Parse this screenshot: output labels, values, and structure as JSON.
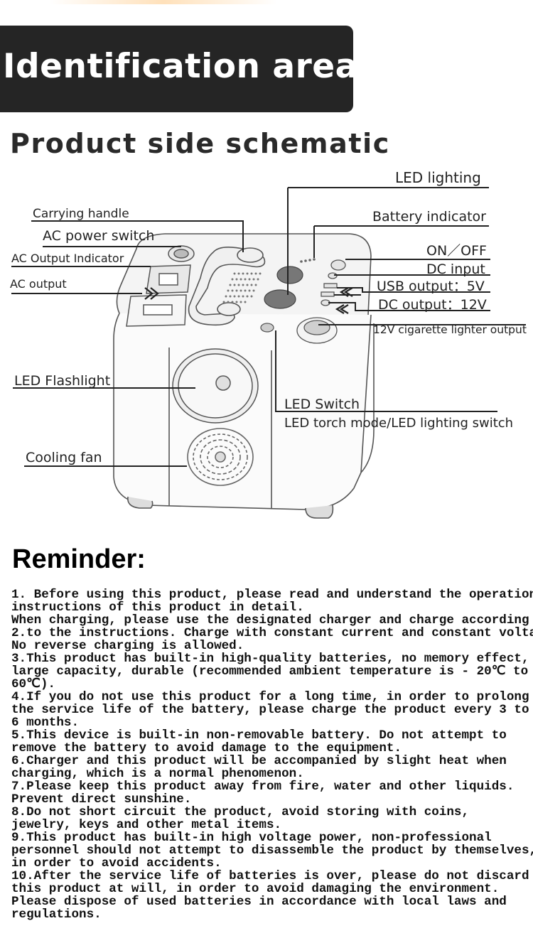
{
  "banner": {
    "title": "Identification area"
  },
  "schematic": {
    "title": "Product side schematic",
    "labels": {
      "led_lighting": "LED lighting",
      "carrying_handle": "Carrying handle",
      "battery_indicator": "Battery indicator",
      "ac_power_switch": "AC power switch",
      "ac_output_indicator": "AC Output Indicator",
      "on_off": "ON／OFF",
      "ac_output": "AC output",
      "dc_input": "DC input",
      "usb_output": "USB output：5V",
      "dc_output": "DC output：12V",
      "cigarette_lighter": "12V cigarette lighter output",
      "led_flashlight": "LED Flashlight",
      "led_switch": "LED Switch",
      "led_switch_desc": "LED torch mode/LED lighting switch",
      "cooling_fan": "Cooling fan"
    }
  },
  "reminder": {
    "title": "Reminder:",
    "body": "1. Before using this product, please read and understand the operation\ninstructions of this product in detail.\nWhen charging, please use the designated charger and charge according\n2.to the instructions. Charge with constant current and constant voltage.\nNo reverse charging is allowed.\n3.This product has built-in high-quality batteries, no memory effect,\nlarge capacity, durable (recommended ambient temperature is - 20℃ to\n60℃).\n4.If you do not use this product for a long time, in order to prolong\nthe service life of the battery, please charge the product every 3 to\n6 months.\n5.This device is built-in non-removable battery. Do not attempt to\nremove the battery to avoid damage to the equipment.\n6.Charger and this product will be accompanied by slight heat when\ncharging, which is a normal phenomenon.\n7.Please keep this product away from fire, water and other liquids.\nPrevent direct sunshine.\n8.Do not short circuit the product, avoid storing with coins,\njewelry, keys and other metal items.\n9.This product has built-in high voltage power, non-professional\npersonnel should not attempt to disassemble the product by themselves,\nin order to avoid accidents.\n10.After the service life of batteries is over, please do not discard\nthis product at will, in order to avoid damaging the environment.\nPlease dispose of used batteries in accordance with local laws and\nregulations."
  }
}
